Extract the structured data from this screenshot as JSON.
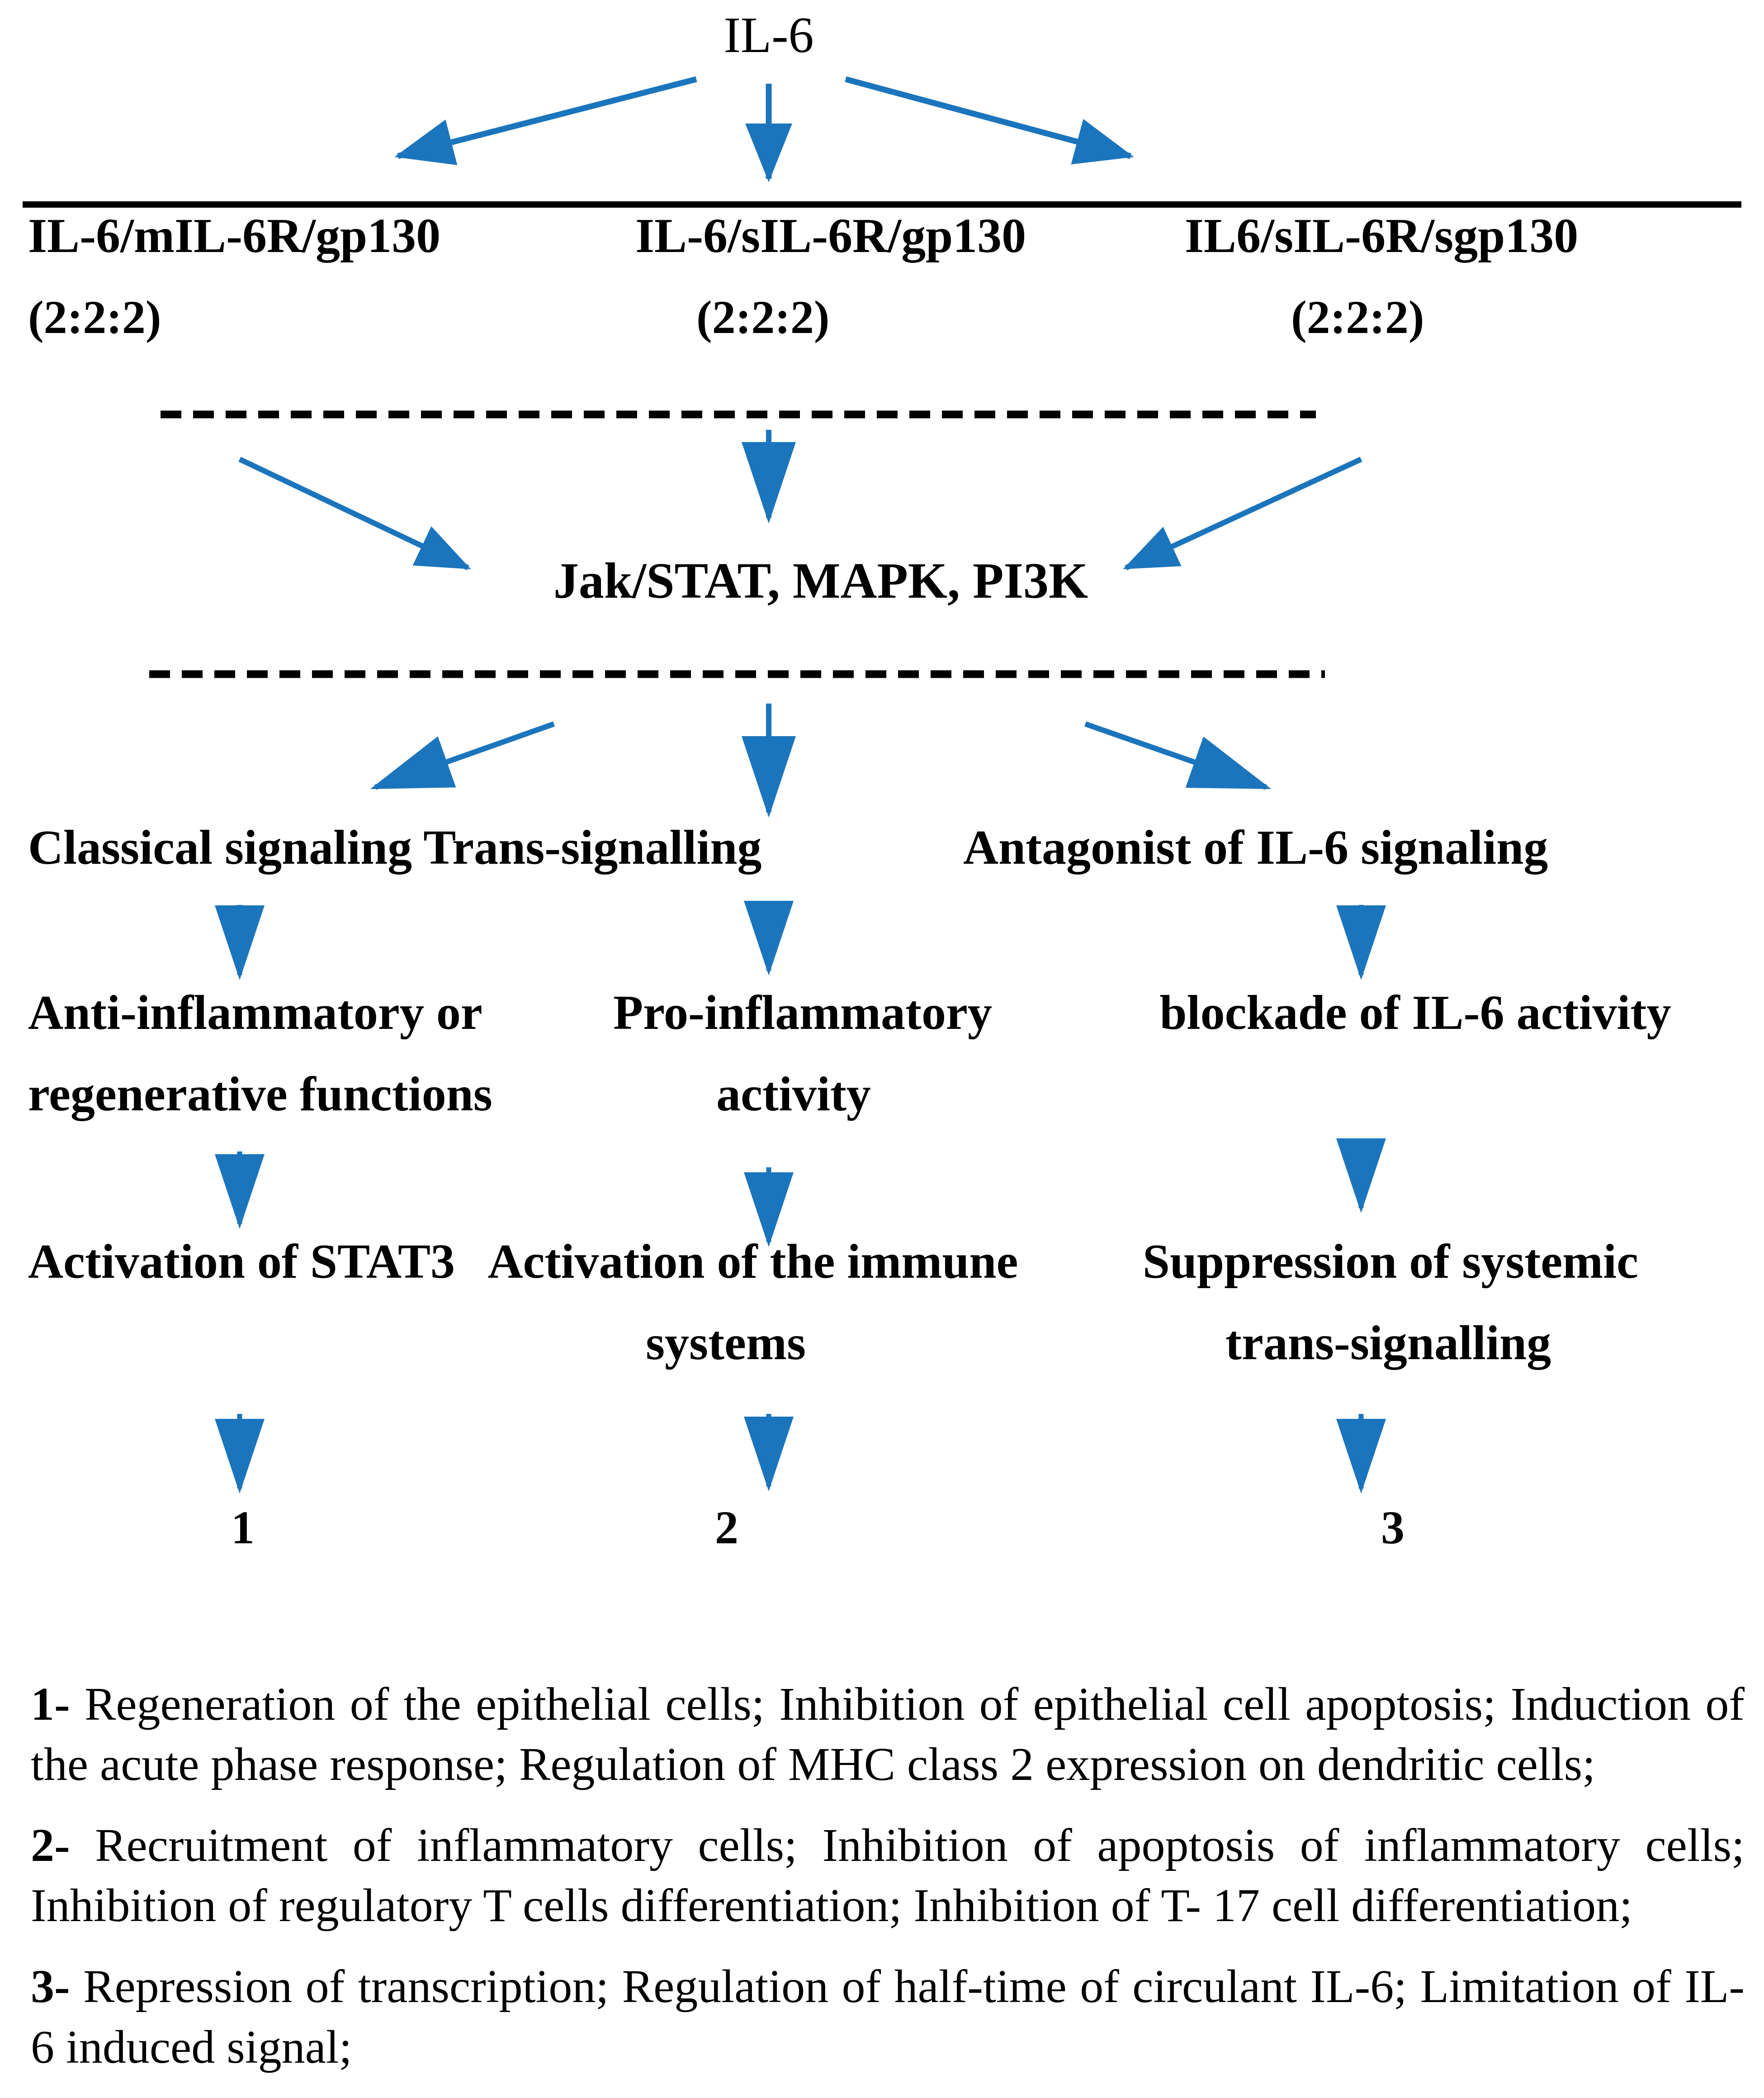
{
  "diagram": {
    "title": "IL-6",
    "accent_color": "#1B75BC",
    "rule_color": "#000000",
    "complexes": [
      {
        "name": "IL-6/mIL-6R/gp130",
        "ratio": "(2:2:2)"
      },
      {
        "name": "IL-6/sIL-6R/gp130",
        "ratio": "(2:2:2)"
      },
      {
        "name": "IL6/sIL-6R/sgp130",
        "ratio": "(2:2:2)"
      }
    ],
    "pathway": "Jak/STAT, MAPK, PI3K",
    "columns": [
      {
        "signaling": "Classical signaling Trans-signalling",
        "effect_line1": "Anti-inflammatory or",
        "effect_line2": "regenerative functions",
        "outcome_line1": "Activation of STAT3",
        "outcome_line2": "",
        "number": "1"
      },
      {
        "signaling": "",
        "effect_line1": "Pro-inflammatory",
        "effect_line2": "activity",
        "outcome_line1": "Activation of the immune",
        "outcome_line2": "systems",
        "number": "2"
      },
      {
        "signaling": "Antagonist of IL-6 signaling",
        "effect_line1": "blockade of IL-6 activity",
        "effect_line2": "",
        "outcome_line1": "Suppression of systemic",
        "outcome_line2": "trans-signalling",
        "number": "3"
      }
    ],
    "notes": [
      {
        "marker": "1-",
        "text": " Regeneration of the epithelial cells; Inhibition of epithelial cell apoptosis; Induction of the acute phase response; Regulation of MHC class 2 expression on dendritic cells;"
      },
      {
        "marker": "2-",
        "text": " Recruitment of inflammatory cells; Inhibition of apoptosis of inflammatory cells; Inhibition of regulatory T cells differentiation; Inhibition of T- 17 cell differentiation;"
      },
      {
        "marker": "3-",
        "text": " Repression of transcription; Regulation of half-time of circulant IL-6; Limitation of IL-6 induced signal;"
      }
    ]
  }
}
